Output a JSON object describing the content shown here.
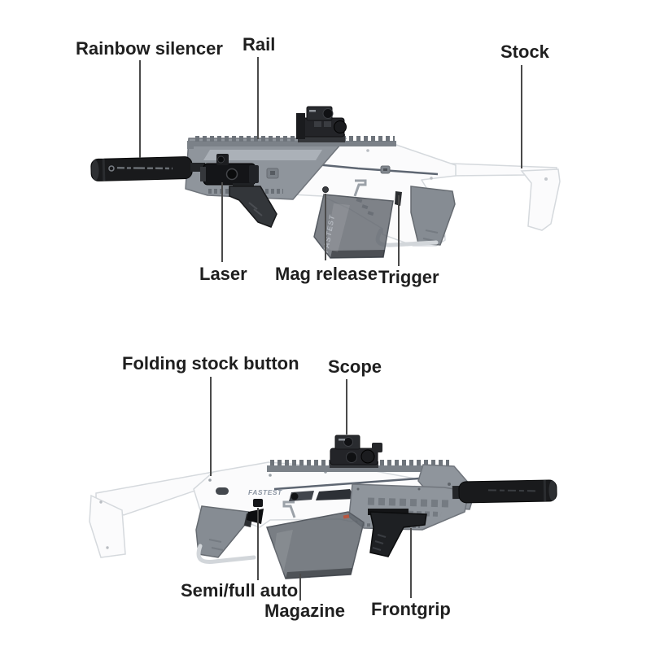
{
  "page": {
    "background": "#ffffff"
  },
  "palette": {
    "label_text": "#1f1f1f",
    "leader_line": "#4a4a4a",
    "gun_white": "#fbfbfc",
    "gun_gray": "#8f959c",
    "gun_dark": "#1a1b1d",
    "magazine_tint": "#62676e",
    "accent_stripe": "#5e6672",
    "brand_text": "#8d96a3"
  },
  "top_view": {
    "labels": {
      "rainbow_silencer": "Rainbow silencer",
      "rail": "Rail",
      "stock": "Stock",
      "laser": "Laser",
      "mag_release": "Mag release",
      "trigger": "Trigger"
    },
    "magazine_text": "FASTEST"
  },
  "bottom_view": {
    "labels": {
      "folding_stock_button": "Folding stock button",
      "scope": "Scope",
      "semi_full_auto": "Semi/full auto",
      "magazine": "Magazine",
      "frontgrip": "Frontgrip"
    },
    "body_text": "FASTEST"
  }
}
